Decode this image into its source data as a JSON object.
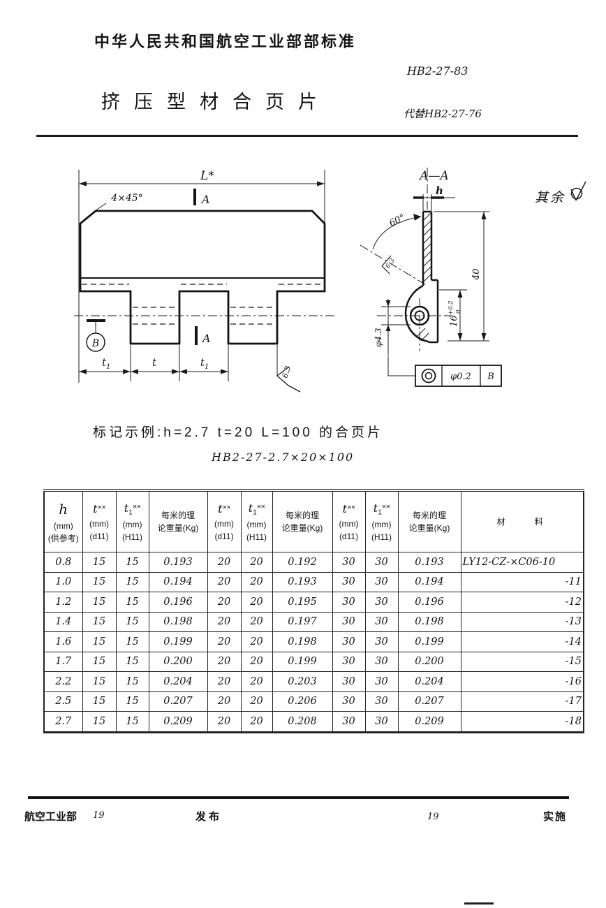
{
  "page": {
    "org": "中华人民共和国航空工业部部标准",
    "std_no": "HB2-27-83",
    "title": "挤压型材合页片",
    "replaces": "代替HB2-27-76"
  },
  "drawing": {
    "left": {
      "dim_l": "L*",
      "chamfer": "4×45°",
      "section": "A",
      "datum": "B",
      "t_base": "t",
      "t1_sub": "1",
      "rough": "6.3"
    },
    "section": {
      "label": "A—A",
      "h": "h",
      "angle": "60°",
      "rough": "6.3",
      "dim40": "40",
      "dim16": "16",
      "dim16_up": "+0.2",
      "dim16_dn": "0",
      "hole_dia": "φ4.3",
      "frame_value": "φ0.2",
      "frame_datum": "B",
      "others_label": "其余"
    }
  },
  "example": {
    "line1": "标记示例:h=2.7 t=20 L=100 的合页片",
    "line2": "HB2-27-2.7×20×100"
  },
  "table": {
    "header": {
      "h1": "h",
      "h2": "(mm)",
      "h3": "(供参考)",
      "t_base": "t",
      "t_sup": "✕✕",
      "t1_sub": "1",
      "unit": "(mm)",
      "fit_d": "(d11)",
      "fit_h": "(H11)",
      "w1": "每米的理",
      "w2": "论重量(Kg)",
      "material": "材　　料"
    },
    "rows": [
      [
        "0.8",
        "15",
        "15",
        "0.193",
        "20",
        "20",
        "0.192",
        "30",
        "30",
        "0.193",
        "LY12-CZ-×C06-10"
      ],
      [
        "1.0",
        "15",
        "15",
        "0.194",
        "20",
        "20",
        "0.193",
        "30",
        "30",
        "0.194",
        "-11"
      ],
      [
        "1.2",
        "15",
        "15",
        "0.196",
        "20",
        "20",
        "0.195",
        "30",
        "30",
        "0.196",
        "-12"
      ],
      [
        "1.4",
        "15",
        "15",
        "0.198",
        "20",
        "20",
        "0.197",
        "30",
        "30",
        "0.198",
        "-13"
      ],
      [
        "1.6",
        "15",
        "15",
        "0.199",
        "20",
        "20",
        "0.198",
        "30",
        "30",
        "0.199",
        "-14"
      ],
      [
        "1.7",
        "15",
        "15",
        "0.200",
        "20",
        "20",
        "0.199",
        "30",
        "30",
        "0.200",
        "-15"
      ],
      [
        "2.2",
        "15",
        "15",
        "0.204",
        "20",
        "20",
        "0.203",
        "30",
        "30",
        "0.204",
        "-16"
      ],
      [
        "2.5",
        "15",
        "15",
        "0.207",
        "20",
        "20",
        "0.206",
        "30",
        "30",
        "0.207",
        "-17"
      ],
      [
        "2.7",
        "15",
        "15",
        "0.209",
        "20",
        "20",
        "0.208",
        "30",
        "30",
        "0.209",
        "-18"
      ]
    ]
  },
  "footer": {
    "dept": "航空工业部",
    "year1": "19",
    "publish": "发布",
    "year2": "19",
    "implement": "实施"
  }
}
